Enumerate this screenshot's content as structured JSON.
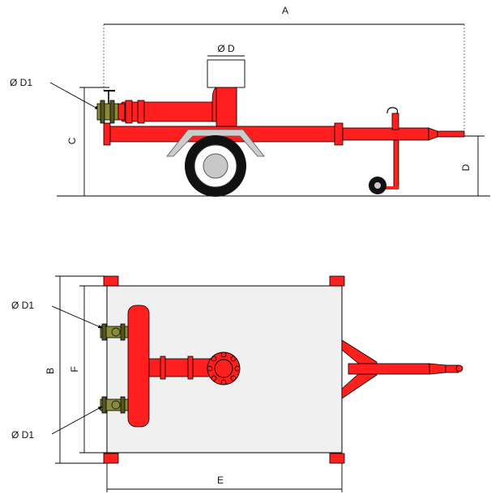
{
  "labels": {
    "dim_a": "A",
    "dim_b": "B",
    "dim_c": "C",
    "dim_d": "D",
    "dim_e": "E",
    "dim_f": "F",
    "dia_d": "Ø D",
    "dia_d1_side": "Ø D1",
    "dia_d1_top_upper": "Ø D1",
    "dia_d1_top_lower": "Ø D1"
  },
  "colors": {
    "frame_red": "#ff1f1f",
    "valve_olive": "#8a8a3a",
    "tire_black": "#111111",
    "hub_gray": "#c8c8c8",
    "platform_fill": "#f0f0f0"
  }
}
